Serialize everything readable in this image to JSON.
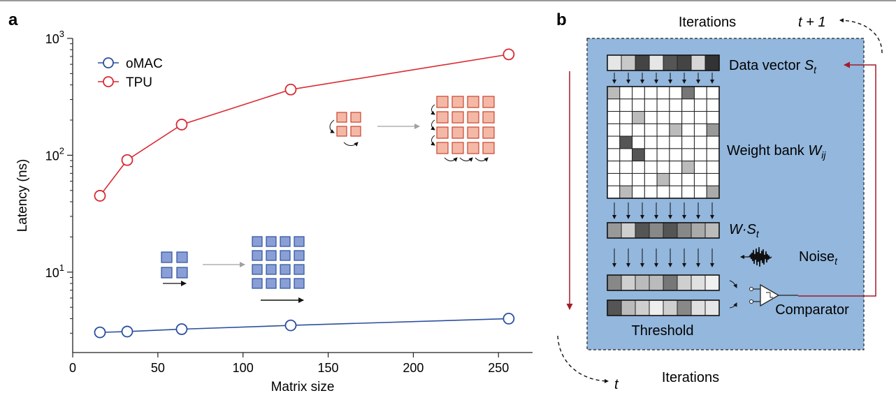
{
  "panel_a": {
    "label": "a",
    "chart_data": {
      "type": "line",
      "xlabel": "Matrix size",
      "ylabel": "Latency (ns)",
      "x_ticks": [
        0,
        50,
        100,
        150,
        200,
        250
      ],
      "x_tick_labels": [
        "0",
        "50",
        "100",
        "150",
        "200",
        "250"
      ],
      "xlim": [
        0,
        270
      ],
      "yscale": "log",
      "ylim": [
        2.05,
        1000
      ],
      "y_ticks": [
        {
          "base": "10",
          "exp": "1",
          "value": 10
        },
        {
          "base": "10",
          "exp": "2",
          "value": 100
        },
        {
          "base": "10",
          "exp": "3",
          "value": 1000
        }
      ],
      "legend_position": "top-left",
      "grid": false,
      "series": [
        {
          "name": "oMAC",
          "color": "#2c4f9e",
          "x": [
            16,
            32,
            64,
            128,
            256
          ],
          "y": [
            3.05,
            3.1,
            3.25,
            3.5,
            4.0
          ]
        },
        {
          "name": "TPU",
          "color": "#d92a32",
          "x": [
            16,
            32,
            64,
            128,
            256
          ],
          "y": [
            45,
            91,
            183,
            365,
            730
          ]
        }
      ]
    },
    "insets": {
      "tpu_color": "#f4b9a6",
      "tpu_border": "#c8432f",
      "omac_color": "#8a9fd6",
      "omac_border": "#2c4f9e",
      "arrow_color": "#a0a0a0"
    }
  },
  "panel_b": {
    "label": "b",
    "background": "#93b7dd",
    "loop_color": "#a31c2a",
    "iterations_top": "Iterations",
    "iterations_bottom": "Iterations",
    "t_plus_one": "t + 1",
    "t_label": "t",
    "data_vector_label": "Data vector",
    "data_vector_symbol": "S",
    "data_vector_sub": "t",
    "weight_bank_label": "Weight bank",
    "weight_bank_symbol": "W",
    "weight_bank_sub": "ij",
    "product_label": "W·S",
    "product_sub": "t",
    "noise_label": "Noise",
    "noise_sub": "t",
    "threshold_label": "Threshold",
    "comparator_label": "Comparator",
    "data_vector_cells": [
      "#e6e6e6",
      "#c8c8c8",
      "#444444",
      "#e6e6e6",
      "#555555",
      "#444444",
      "#d6d6d6",
      "#333333"
    ],
    "weight_matrix": [
      [
        "#bbbbbb",
        "#ffffff",
        "#ffffff",
        "#ffffff",
        "#ffffff",
        "#ffffff",
        "#777777",
        "#ffffff",
        "#ffffff"
      ],
      [
        "#ffffff",
        "#ffffff",
        "#ffffff",
        "#ffffff",
        "#ffffff",
        "#ffffff",
        "#ffffff",
        "#ffffff",
        "#ffffff"
      ],
      [
        "#ffffff",
        "#ffffff",
        "#bbbbbb",
        "#ffffff",
        "#ffffff",
        "#ffffff",
        "#ffffff",
        "#ffffff",
        "#ffffff"
      ],
      [
        "#ffffff",
        "#ffffff",
        "#ffffff",
        "#ffffff",
        "#ffffff",
        "#bbbbbb",
        "#ffffff",
        "#ffffff",
        "#999999"
      ],
      [
        "#ffffff",
        "#555555",
        "#ffffff",
        "#ffffff",
        "#ffffff",
        "#ffffff",
        "#ffffff",
        "#ffffff",
        "#ffffff"
      ],
      [
        "#ffffff",
        "#ffffff",
        "#555555",
        "#ffffff",
        "#ffffff",
        "#ffffff",
        "#ffffff",
        "#ffffff",
        "#ffffff"
      ],
      [
        "#ffffff",
        "#ffffff",
        "#ffffff",
        "#ffffff",
        "#ffffff",
        "#ffffff",
        "#bbbbbb",
        "#ffffff",
        "#ffffff"
      ],
      [
        "#ffffff",
        "#ffffff",
        "#ffffff",
        "#ffffff",
        "#bbbbbb",
        "#ffffff",
        "#ffffff",
        "#ffffff",
        "#ffffff"
      ],
      [
        "#ffffff",
        "#bbbbbb",
        "#ffffff",
        "#ffffff",
        "#ffffff",
        "#ffffff",
        "#ffffff",
        "#ffffff",
        "#aaaaaa"
      ]
    ],
    "product_cells": [
      "#999999",
      "#cfcfcf",
      "#555555",
      "#888888",
      "#555555",
      "#888888",
      "#aaaaaa",
      "#bbbbbb"
    ],
    "compare_cells": [
      "#888888",
      "#cfcfcf",
      "#bbbbbb",
      "#bbbbbb",
      "#777777",
      "#cfcfcf",
      "#e0e0e0",
      "#f0f0f0"
    ],
    "threshold_cells": [
      "#555555",
      "#bbbbbb",
      "#cfcfcf",
      "#eeeeee",
      "#cfcfcf",
      "#888888",
      "#e0e0e0",
      "#e6e6e6"
    ]
  }
}
